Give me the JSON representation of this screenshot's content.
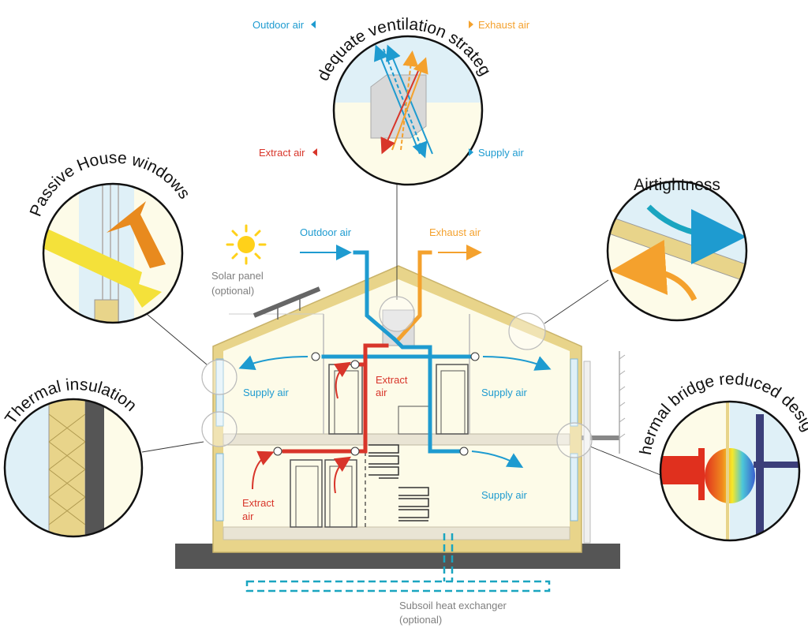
{
  "colors": {
    "outdoor_air": "#1e9bd0",
    "exhaust_air": "#f4a12d",
    "extract_air": "#d8352a",
    "supply_air": "#1e9bd0",
    "wall": "#e8d48a",
    "ground": "#555555",
    "interior": "#fdfbe8",
    "pane": "#dff0f7"
  },
  "callouts": {
    "ventilation": "Adequate ventilation strategy",
    "windows": "Passive House windows",
    "airtightness": "Airtightness",
    "insulation": "Thermal insulation",
    "thermal_bridge": "Thermal bridge reduced design"
  },
  "top_legend": {
    "outdoor_air": "Outdoor air",
    "exhaust_air": "Exhaust air",
    "extract_air": "Extract air",
    "supply_air": "Supply air"
  },
  "house_labels": {
    "outdoor_air": "Outdoor air",
    "exhaust_air": "Exhaust air",
    "solar_line1": "Solar panel",
    "solar_line2": "(optional)",
    "supply_upper_left": "Supply air",
    "supply_upper_right": "Supply air",
    "supply_lower_right": "Supply air",
    "extract_upper_line1": "Extract",
    "extract_upper_line2": "air",
    "extract_lower_line1": "Extract",
    "extract_lower_line2": "air",
    "subsoil_line1": "Subsoil heat exchanger",
    "subsoil_line2": "(optional)"
  }
}
